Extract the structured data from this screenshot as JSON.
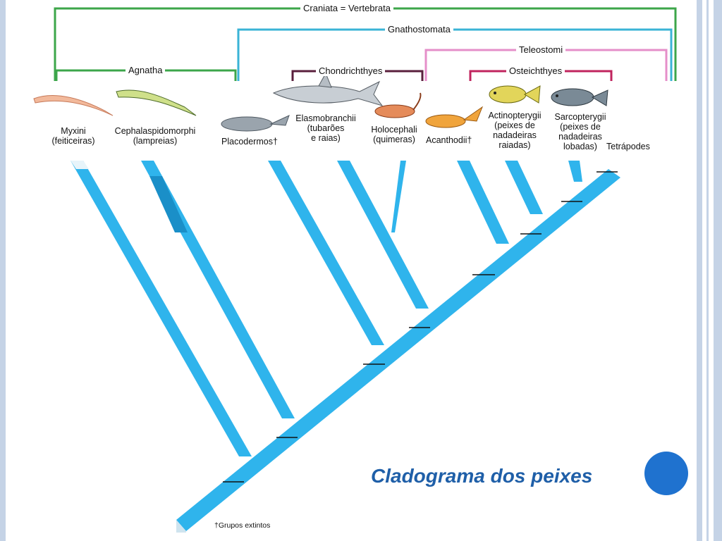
{
  "title": "Cladograma dos peixes",
  "footnote": "†Grupos extintos",
  "colors": {
    "branch": "#2fb4ec",
    "branch_dark": "#1a8fc8",
    "craniata": "#3ca64a",
    "gnathostomata": "#3ab3d6",
    "teleostomi": "#e58fc9",
    "chondrichthyes": "#5a1f3c",
    "osteichthyes": "#c0245e",
    "title": "#1f5fa8",
    "dot": "#1f72cf"
  },
  "groups": {
    "craniata": "Craniata = Vertebrata",
    "gnathostomata": "Gnathostomata",
    "teleostomi": "Teleostomi",
    "agnatha": "Agnatha",
    "chondrichthyes": "Chondrichthyes",
    "osteichthyes": "Osteichthyes"
  },
  "taxa": [
    {
      "name": "Myxini",
      "common": "(feiticeiras)"
    },
    {
      "name": "Cephalaspidomorphi",
      "common": "(lampreias)"
    },
    {
      "name": "Placodermos†",
      "common": ""
    },
    {
      "name": "Elasmobranchii",
      "common": "(tubarões",
      "common2": "e raias)"
    },
    {
      "name": "Holocephali",
      "common": "(quimeras)"
    },
    {
      "name": "Acanthodii†",
      "common": ""
    },
    {
      "name": "Actinopterygii",
      "common": "(peixes de",
      "common2": "nadadeiras",
      "common3": "raiadas)"
    },
    {
      "name": "Sarcopterygii",
      "common": "(peixes de",
      "common2": "nadadeiras",
      "common3": "lobadas)"
    },
    {
      "name": "Tetrápodes",
      "common": ""
    }
  ]
}
